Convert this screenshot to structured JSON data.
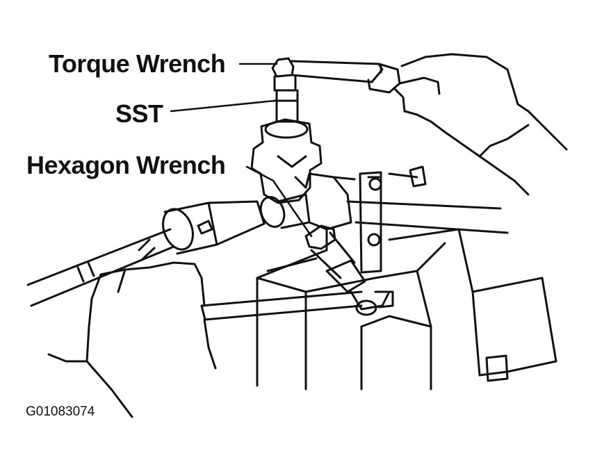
{
  "callouts": {
    "torque_wrench": "Torque Wrench",
    "sst": "SST",
    "hexagon_wrench": "Hexagon Wrench"
  },
  "figure_id": "G01083074",
  "colors": {
    "ink": "#111111",
    "paper": "#ffffff"
  }
}
